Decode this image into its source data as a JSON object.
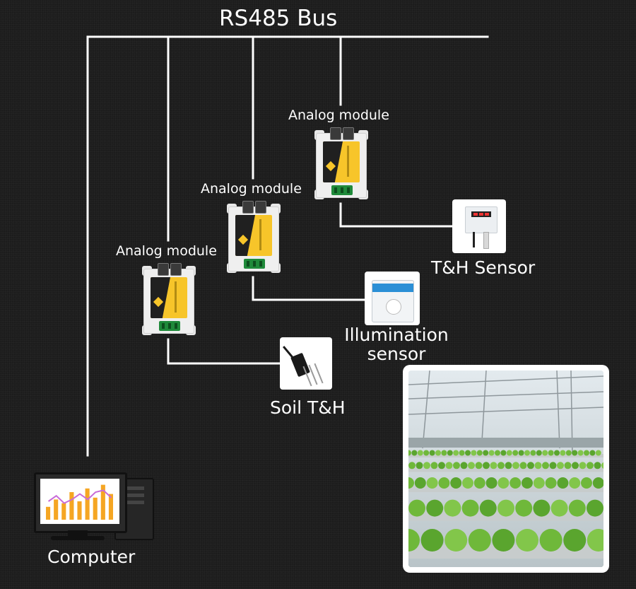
{
  "bus": {
    "title": "RS485 Bus"
  },
  "modules": [
    {
      "id": "module-top",
      "label": "Analog module"
    },
    {
      "id": "module-mid",
      "label": "Analog module"
    },
    {
      "id": "module-left",
      "label": "Analog module"
    }
  ],
  "devices": {
    "th_sensor": {
      "label": "T&H Sensor"
    },
    "illumination": {
      "line1": "Illumination",
      "line2": "sensor"
    },
    "soil": {
      "label": "Soil T&H"
    },
    "computer": {
      "label": "Computer"
    }
  },
  "colors": {
    "background": "#1c1c1c",
    "wire": "#ffffff",
    "module_accent": "#f7c52a",
    "terminal": "#1f8a3a",
    "chart_bar": "#f5a623",
    "chart_line": "#c86bd8"
  },
  "computer_screen_chart": {
    "bars": [
      0.35,
      0.55,
      0.45,
      0.75,
      0.5,
      0.85,
      0.6,
      0.95,
      0.7
    ],
    "line": [
      0.5,
      0.65,
      0.45,
      0.55,
      0.7,
      0.55,
      0.75,
      0.8,
      0.6
    ]
  }
}
